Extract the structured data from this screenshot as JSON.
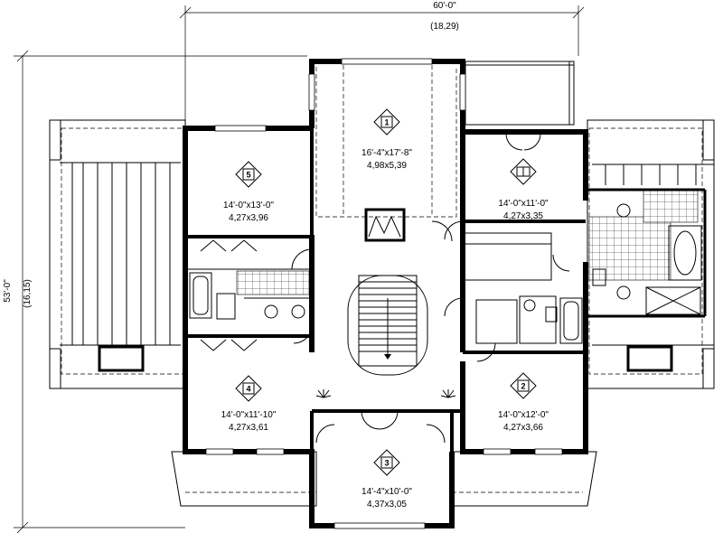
{
  "overall": {
    "width_ft": "60'-0\"",
    "width_m": "(18,29)",
    "depth_ft": "53'-0\"",
    "depth_m": "(16,15)"
  },
  "rooms": [
    {
      "num": "1",
      "icon": "bed-icon",
      "dim_ft": "16'-4\"x17'-8\"",
      "dim_m": "4,98x5,39"
    },
    {
      "num": "5",
      "icon": "bed-icon",
      "dim_ft": "14'-0\"x13'-0\"",
      "dim_m": "4,27x3,96"
    },
    {
      "num": "",
      "icon": "book-icon",
      "dim_ft": "14'-0\"x11'-0\"",
      "dim_m": "4,27x3,35"
    },
    {
      "num": "4",
      "icon": "bed-icon",
      "dim_ft": "14'-0\"x11'-10\"",
      "dim_m": "4,27x3,61"
    },
    {
      "num": "2",
      "icon": "bed-icon",
      "dim_ft": "14'-0\"x12'-0\"",
      "dim_m": "4,27x3,66"
    },
    {
      "num": "3",
      "icon": "bed-icon",
      "dim_ft": "14'-4\"x10'-0\"",
      "dim_m": "4,37x3,05"
    }
  ]
}
